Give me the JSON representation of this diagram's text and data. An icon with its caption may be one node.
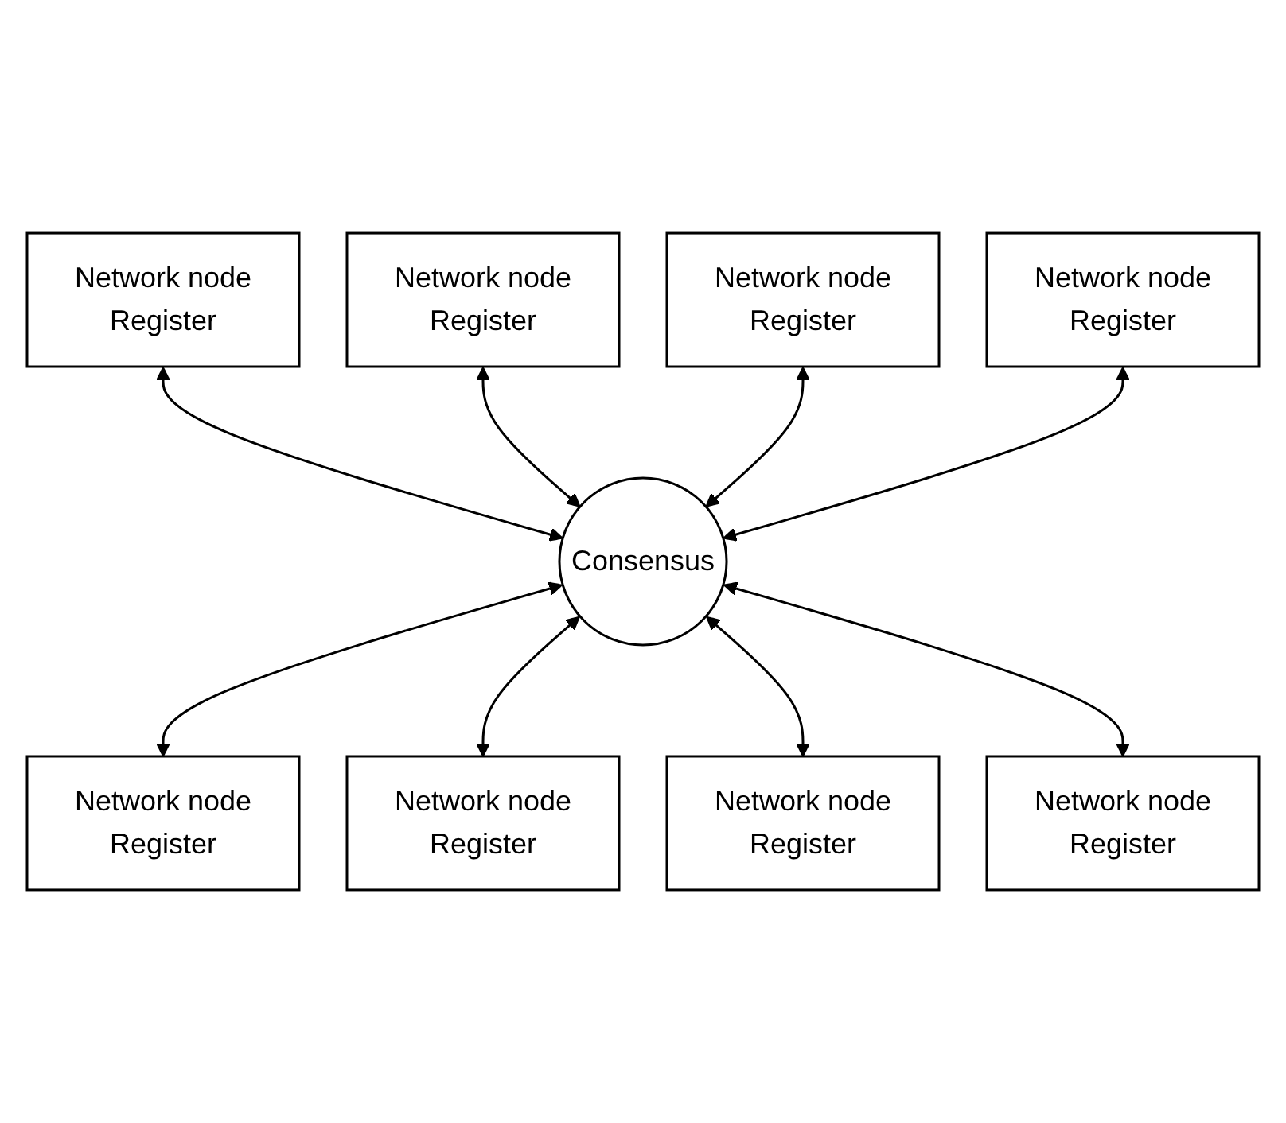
{
  "diagram": {
    "nodes": [
      {
        "text": [
          "Network node",
          "Register"
        ]
      },
      {
        "text": [
          "Network node",
          "Register"
        ]
      },
      {
        "text": [
          "Network node",
          "Register"
        ]
      },
      {
        "text": [
          "Network node",
          "Register"
        ]
      },
      {
        "text": [
          "Consensus"
        ]
      },
      {
        "text": [
          "Network node",
          "Register"
        ]
      },
      {
        "text": [
          "Network node",
          "Register"
        ]
      },
      {
        "text": [
          "Network node",
          "Register"
        ]
      },
      {
        "text": [
          "Network node",
          "Register"
        ]
      }
    ],
    "edges": [
      {
        "from": 0,
        "to": 4,
        "arrow": "both"
      },
      {
        "from": 1,
        "to": 4,
        "arrow": "both"
      },
      {
        "from": 2,
        "to": 4,
        "arrow": "both"
      },
      {
        "from": 3,
        "to": 4,
        "arrow": "both"
      },
      {
        "from": 4,
        "to": 5,
        "arrow": "both"
      },
      {
        "from": 4,
        "to": 6,
        "arrow": "both"
      },
      {
        "from": 4,
        "to": 7,
        "arrow": "both"
      },
      {
        "from": 4,
        "to": 8,
        "arrow": "both"
      }
    ]
  }
}
